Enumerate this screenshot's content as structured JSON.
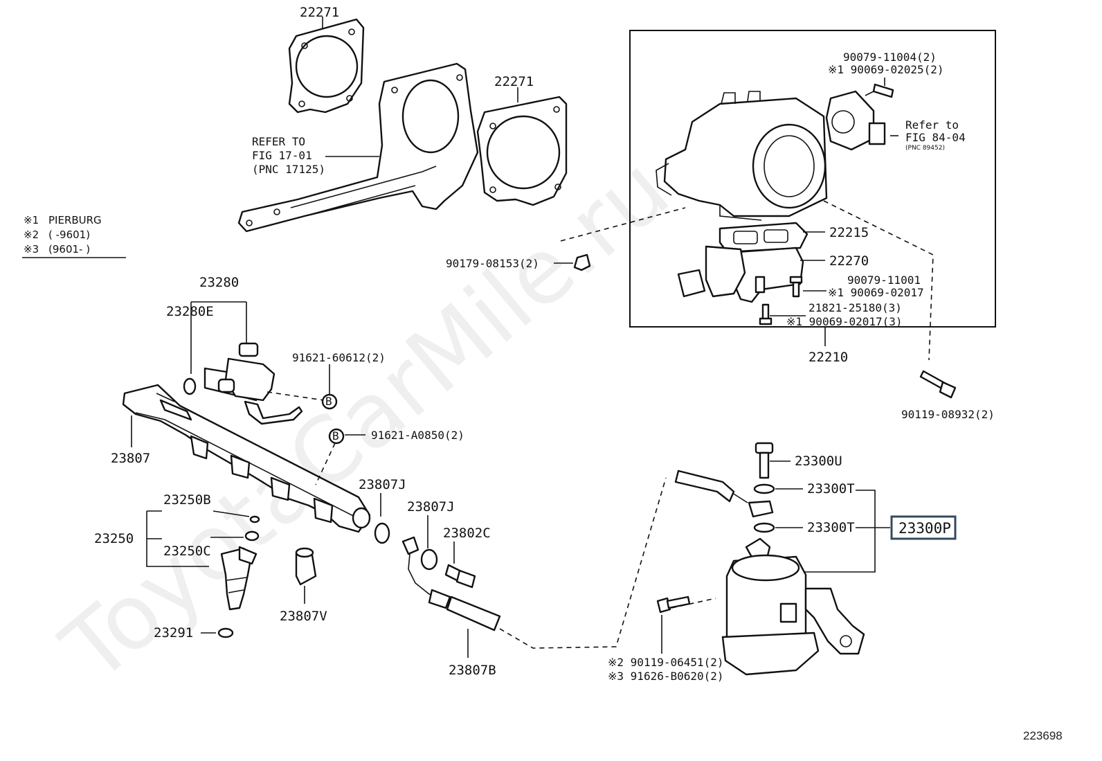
{
  "watermark": "ToyotaCarMile.ru",
  "figure_number": "223698",
  "legend": {
    "items": [
      {
        "mark": "※1",
        "text": "PIERBURG"
      },
      {
        "mark": "※2",
        "text": "(      -9601)"
      },
      {
        "mark": "※3",
        "text": "(9601-        )"
      }
    ]
  },
  "highlight_color": "#34495e",
  "callouts": {
    "gasket_top": "22271",
    "gasket_right": "22271",
    "refer_17_l1": "REFER TO",
    "refer_17_l2": "FIG 17-01",
    "refer_17_l3": "(PNC 17125)",
    "p90079_11004": "90079-11004(2)",
    "p90069_02025": "※1 90069-02025(2)",
    "refer_84_l1": "Refer to",
    "refer_84_l2": "FIG 84-04",
    "refer_84_l3": "(PNC 89452)",
    "p22215": "22215",
    "p22270": "22270",
    "p90179": "90179-08153(2)",
    "p90079_11001": "90079-11001",
    "p90069_02017a": "※1 90069-02017",
    "p21821": "21821-25180(3)",
    "p90069_02017b": "※1 90069-02017(3)",
    "p22210": "22210",
    "p90119_08932": "90119-08932(2)",
    "p23280": "23280",
    "p23280E": "23280E",
    "p91621_60612": "91621-60612(2)",
    "p91621_A0850": "91621-A0850(2)",
    "p23807": "23807",
    "p23807J_a": "23807J",
    "p23807J_b": "23807J",
    "p23802C": "23802C",
    "p23250B": "23250B",
    "p23250": "23250",
    "p23250C": "23250C",
    "p23291": "23291",
    "p23807V": "23807V",
    "p23807B": "23807B",
    "p23300U": "23300U",
    "p23300T_a": "23300T",
    "p23300T_b": "23300T",
    "p23300P": "23300P",
    "p90119_06451": "※2 90119-06451(2)",
    "p91626_B0620": "※3 91626-B0620(2)",
    "b_mark": "B"
  }
}
